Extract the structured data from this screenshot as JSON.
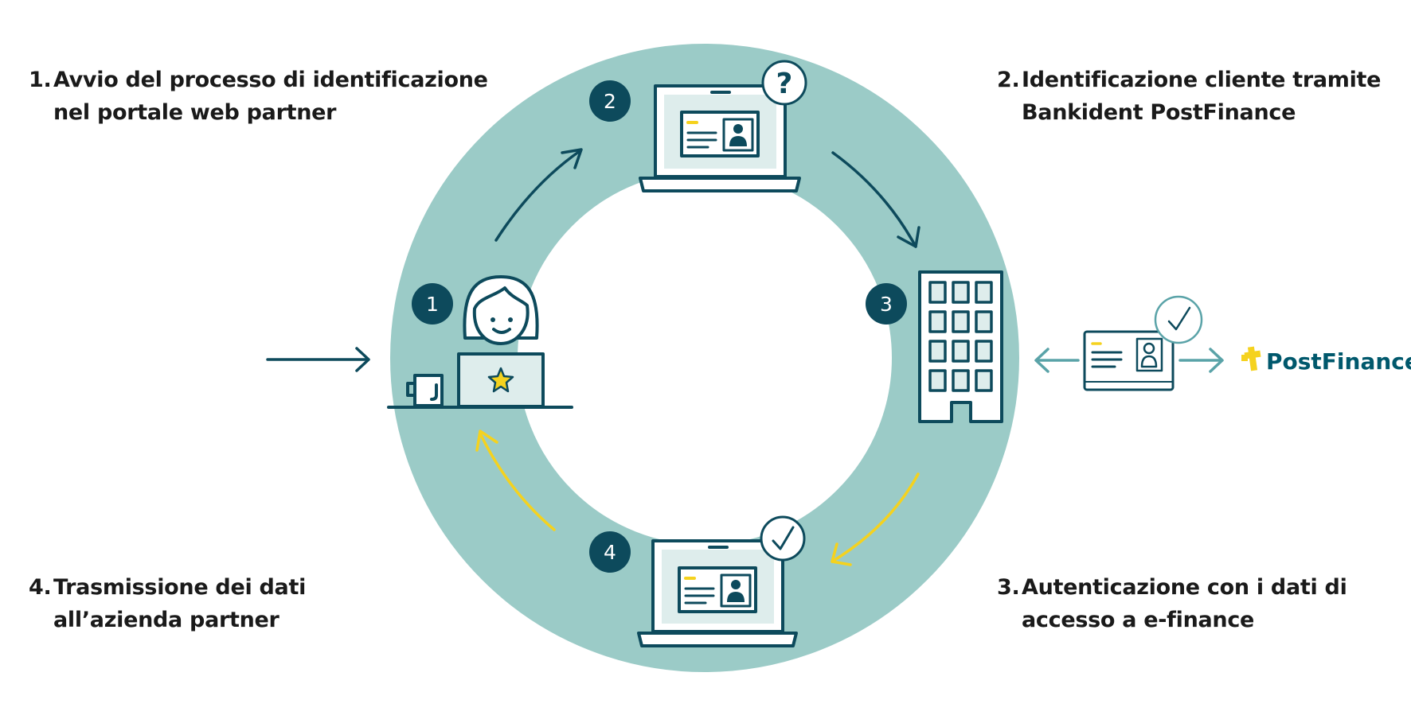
{
  "steps": [
    {
      "number": "1.",
      "lines": [
        "Avvio del processo di identificazione",
        "nel portale web partner"
      ]
    },
    {
      "number": "2.",
      "lines": [
        "Identificazione cliente tramite",
        "Bankident PostFinance"
      ]
    },
    {
      "number": "3.",
      "lines": [
        "Autenticazione con i dati di",
        "accesso a e-finance"
      ]
    },
    {
      "number": "4.",
      "lines": [
        "Trasmissione dei dati",
        "all’azienda partner"
      ]
    }
  ],
  "badges": [
    "1",
    "2",
    "3",
    "4"
  ],
  "question_mark": "?",
  "brand": {
    "name": "PostFinance"
  },
  "colors": {
    "ring": "#9bcbc7",
    "dark": "#0d4a5c",
    "accent_yellow": "#f5d21e",
    "screen_fill": "#deedec",
    "side_arrow": "#5aa3a8"
  },
  "icons": [
    "person-at-laptop-icon",
    "laptop-id-card-question-icon",
    "office-building-icon",
    "laptop-id-card-check-icon",
    "id-card-check-icon",
    "postfinance-logo"
  ]
}
